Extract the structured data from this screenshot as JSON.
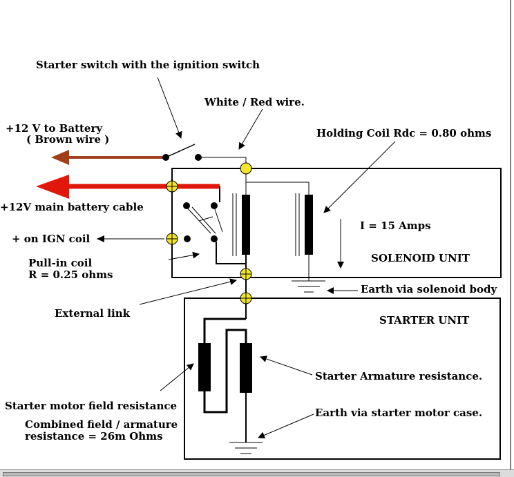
{
  "labels": {
    "starter_switch": "Starter switch with the ignition switch",
    "white_red_wire": "White / Red wire.",
    "plus12v_battery": "+12 V to Battery",
    "brown_wire": "( Brown wire )",
    "holding_coil": "Holding Coil Rdc = 0.80 ohms",
    "main_battery_cable": "+12V main battery cable",
    "current": "I = 15 Amps",
    "ign_coil": "+ on IGN coil",
    "pull_in_coil_1": "Pull-in coil",
    "pull_in_coil_2": "R = 0.25 ohms",
    "solenoid_unit": "SOLENOID UNIT",
    "earth_solenoid": "Earth via solenoid body",
    "external_link": "External link",
    "starter_unit": "STARTER UNIT",
    "armature_resistance": "Starter Armature resistance.",
    "field_resistance": "Starter motor field resistance",
    "earth_case": "Earth via starter motor case.",
    "combined_1": "Combined field / armature",
    "combined_2": "resistance = 26m Ohms"
  },
  "colors": {
    "brown_wire": "#a0401a",
    "main_cable": "#e0180c",
    "terminal": "#f2e62a"
  }
}
